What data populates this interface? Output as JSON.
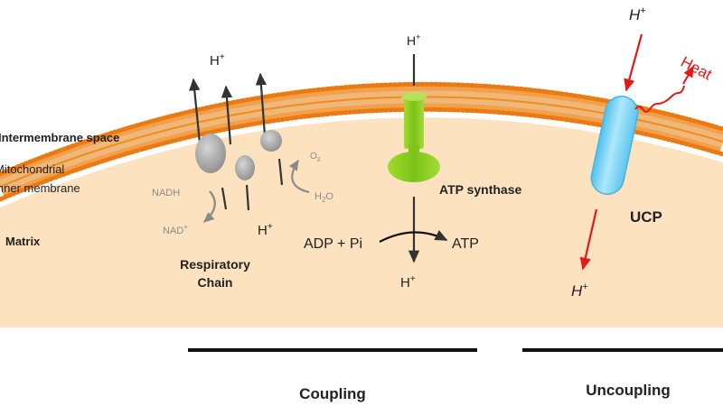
{
  "labels": {
    "intermembrane_space": "Intermembrane space",
    "inner_membrane_line1": "Mitochondrial",
    "inner_membrane_line2": "inner membrane",
    "matrix": "Matrix",
    "h_plus": "H",
    "plus": "+",
    "nadh": "NADH",
    "nad_plus": "NAD",
    "o2": "O",
    "o2_sub": "2",
    "h2o_h": "H",
    "h2o_sub": "2",
    "h2o_o": "O",
    "respiratory_line1": "Respiratory",
    "respiratory_line2": "Chain",
    "atp_synthase": "ATP synthase",
    "adp_pi": "ADP + Pi",
    "atp": "ATP",
    "heat": "Heat",
    "ucp": "UCP"
  },
  "sections": {
    "coupling": "Coupling",
    "uncoupling": "Uncoupling"
  },
  "colors": {
    "matrix": "#fde2bf",
    "membrane": "#f08c1a",
    "head": "#ec7a12",
    "complex_grey": "#a9a9a9",
    "atp_synthase": "#8ccc1c",
    "ucp": "#7cd3f4",
    "heat_red": "#e41818",
    "dark": "#333333"
  }
}
